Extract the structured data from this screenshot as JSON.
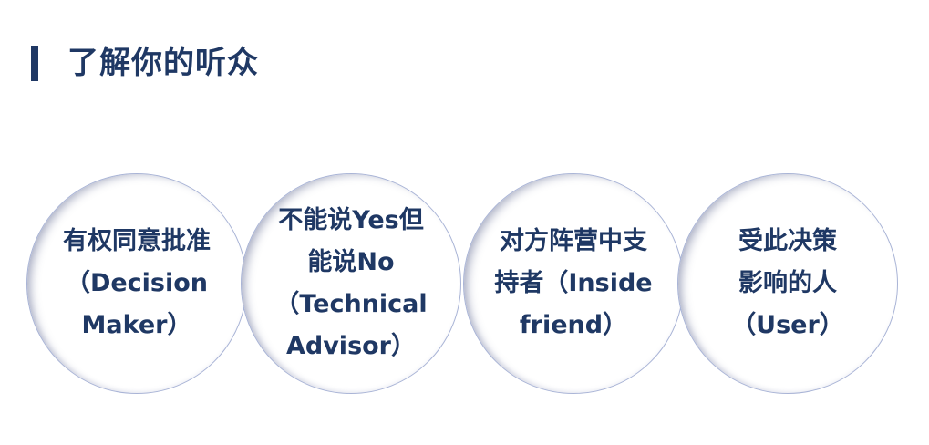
{
  "header": {
    "title": "了解你的听众",
    "accent_color": "#1f3864"
  },
  "circles": [
    {
      "role": "decision-maker",
      "lines": [
        "有权同意批准",
        "（Decision",
        "Maker）"
      ]
    },
    {
      "role": "technical-advisor",
      "lines": [
        "不能说Yes但",
        "能说No",
        "（Technical",
        "Advisor）"
      ]
    },
    {
      "role": "inside-friend",
      "lines": [
        "对方阵营中支",
        "持者（Inside",
        "friend）"
      ]
    },
    {
      "role": "user",
      "lines": [
        "受此决策",
        "影响的人",
        "（User）"
      ]
    }
  ],
  "colors": {
    "text": "#1f3864",
    "circle_border": "#a9b4d6",
    "background": "#ffffff"
  }
}
